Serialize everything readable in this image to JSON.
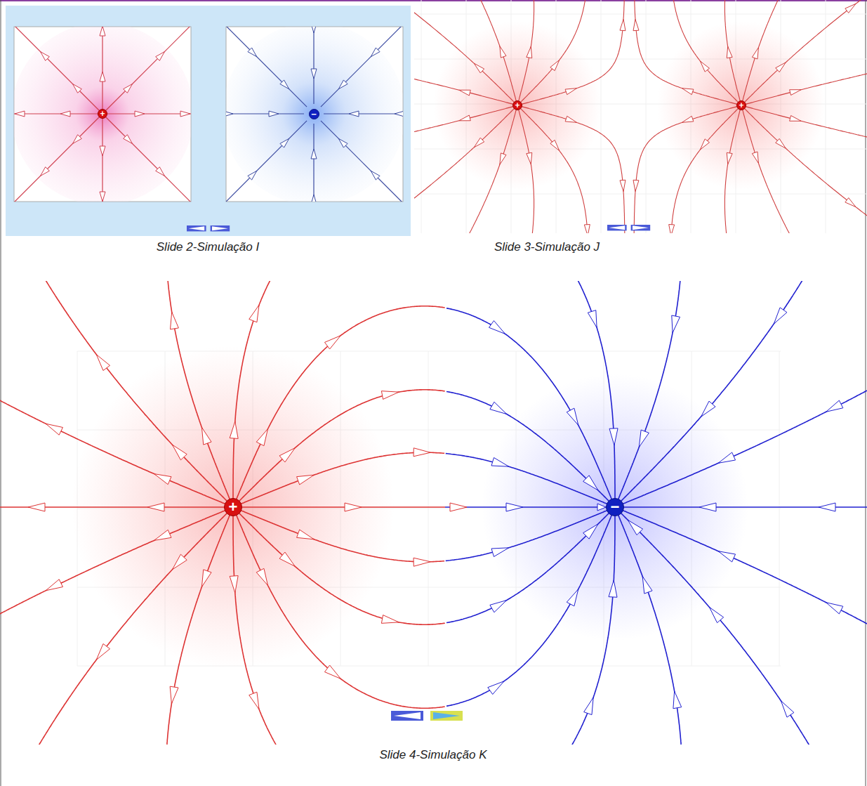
{
  "diagram": {
    "nodes": [
      {
        "text": [
          "+"
        ]
      },
      {
        "text": [
          "−"
        ]
      },
      {
        "text": [
          "+"
        ]
      },
      {
        "text": [
          "+"
        ]
      },
      {
        "text": [
          "+"
        ]
      },
      {
        "text": [
          "−"
        ]
      }
    ],
    "edges": [
      {
        "from": 4,
        "to": 5,
        "arrow": "to"
      }
    ],
    "labels": [
      "Slide 2-Simulação I",
      "Slide 3-Simulação J",
      "Slide 4-Simulação K"
    ]
  }
}
